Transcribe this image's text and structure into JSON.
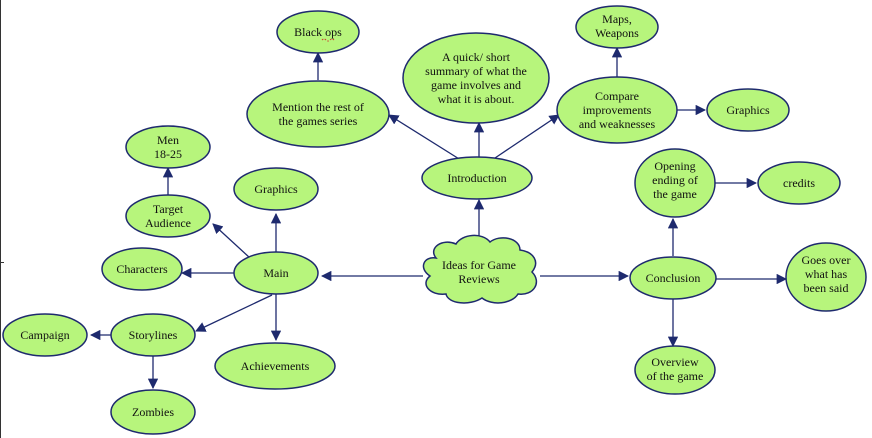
{
  "diagram": {
    "central": "Ideas for Game Reviews",
    "nodes": {
      "main": "Main",
      "introduction": "Introduction",
      "conclusion": "Conclusion",
      "target_audience": "Target Audience",
      "men": "Men 18-25",
      "graphics_main": "Graphics",
      "characters": "Characters",
      "storylines": "Storylines",
      "campaign": "Campaign",
      "zombies": "Zombies",
      "achievements": "Achievements",
      "mention": "Mention the rest of the games series",
      "black_ops": "Black ops",
      "summary": "A quick/ short summary of what the game involves and what it is about.",
      "compare": "Compare improvements and weaknesses",
      "maps": "Maps, Weapons",
      "graphics_intro": "Graphics",
      "opening": "Opening ending of the game",
      "credits": "credits",
      "goes_over": "Goes over what has been said",
      "overview": "Overview of the game"
    }
  }
}
